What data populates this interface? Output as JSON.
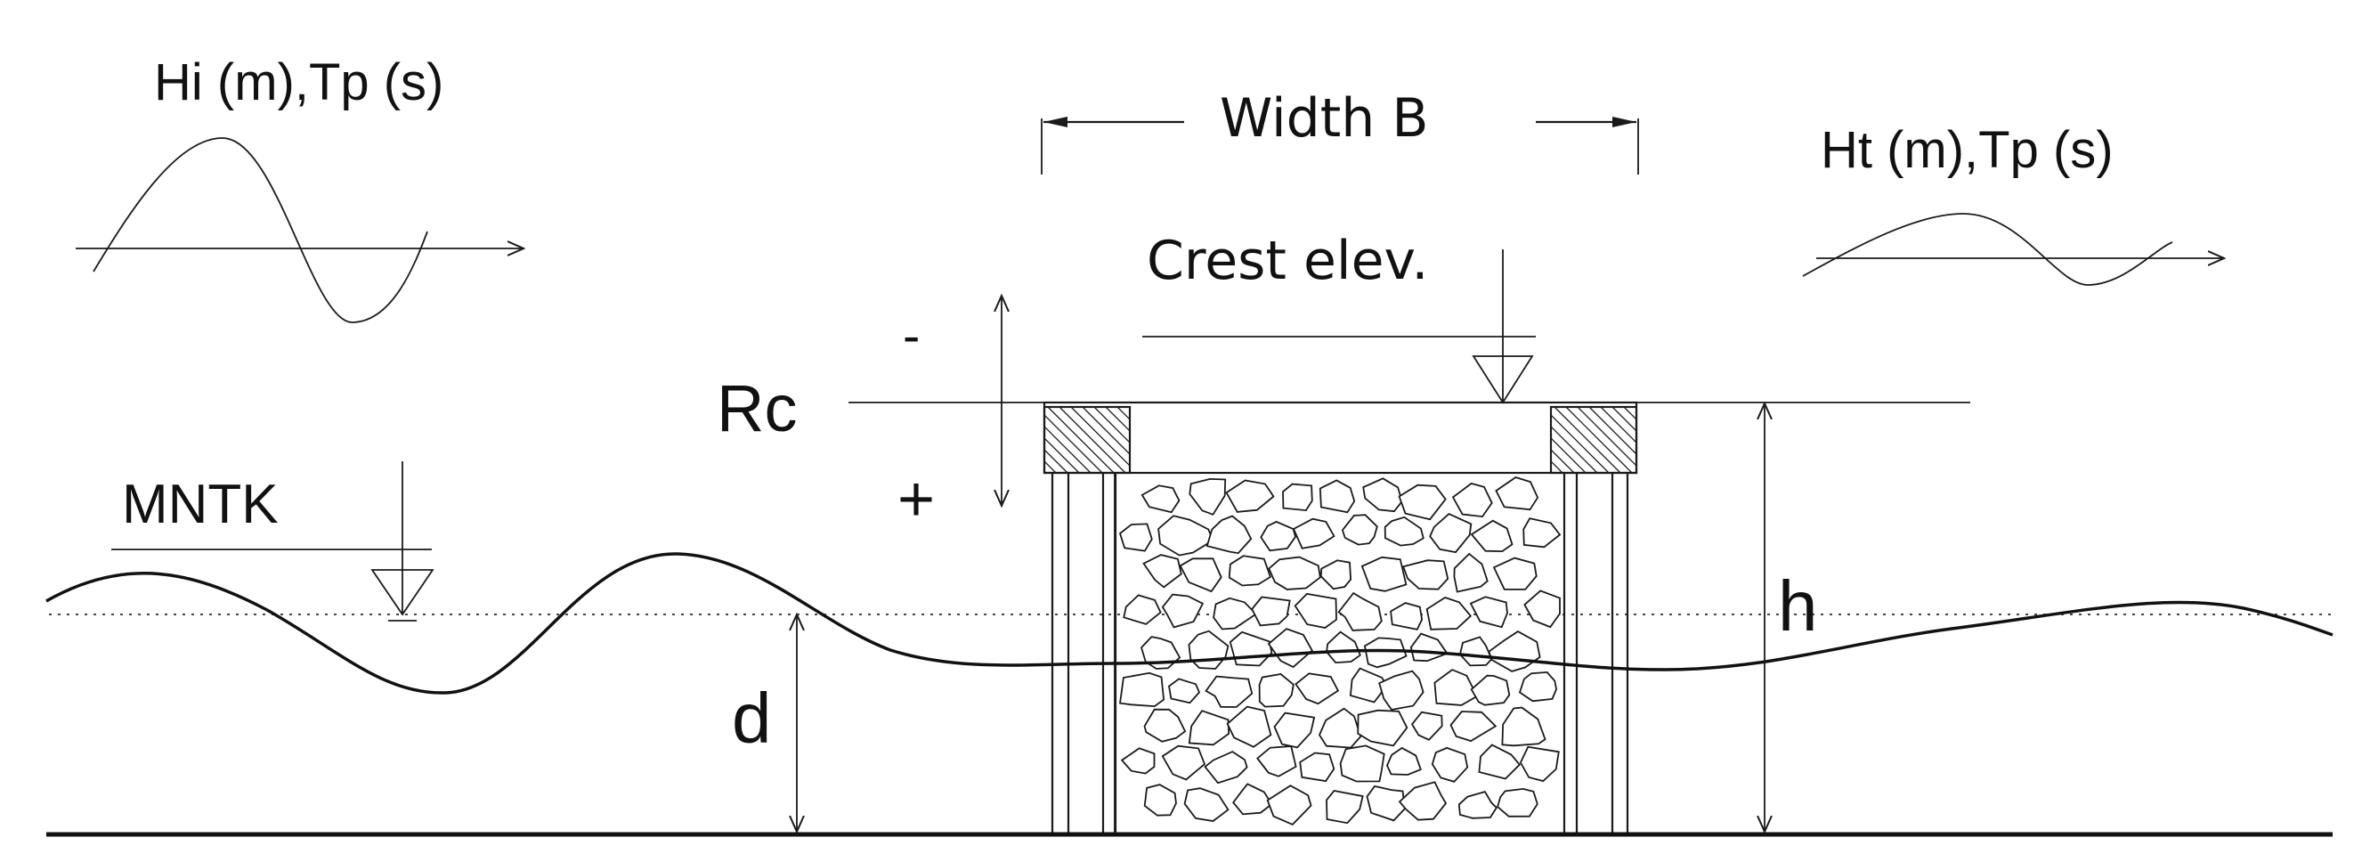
{
  "labels": {
    "incident_wave": "Hi (m),Tp (s)",
    "transmitted_wave": "Ht (m),Tp (s)",
    "width": "Width B",
    "crest": "Crest elev.",
    "freeboard": "Rc",
    "minus": "-",
    "plus": "+",
    "water_level": "MNTK",
    "depth": "d",
    "height": "h"
  }
}
